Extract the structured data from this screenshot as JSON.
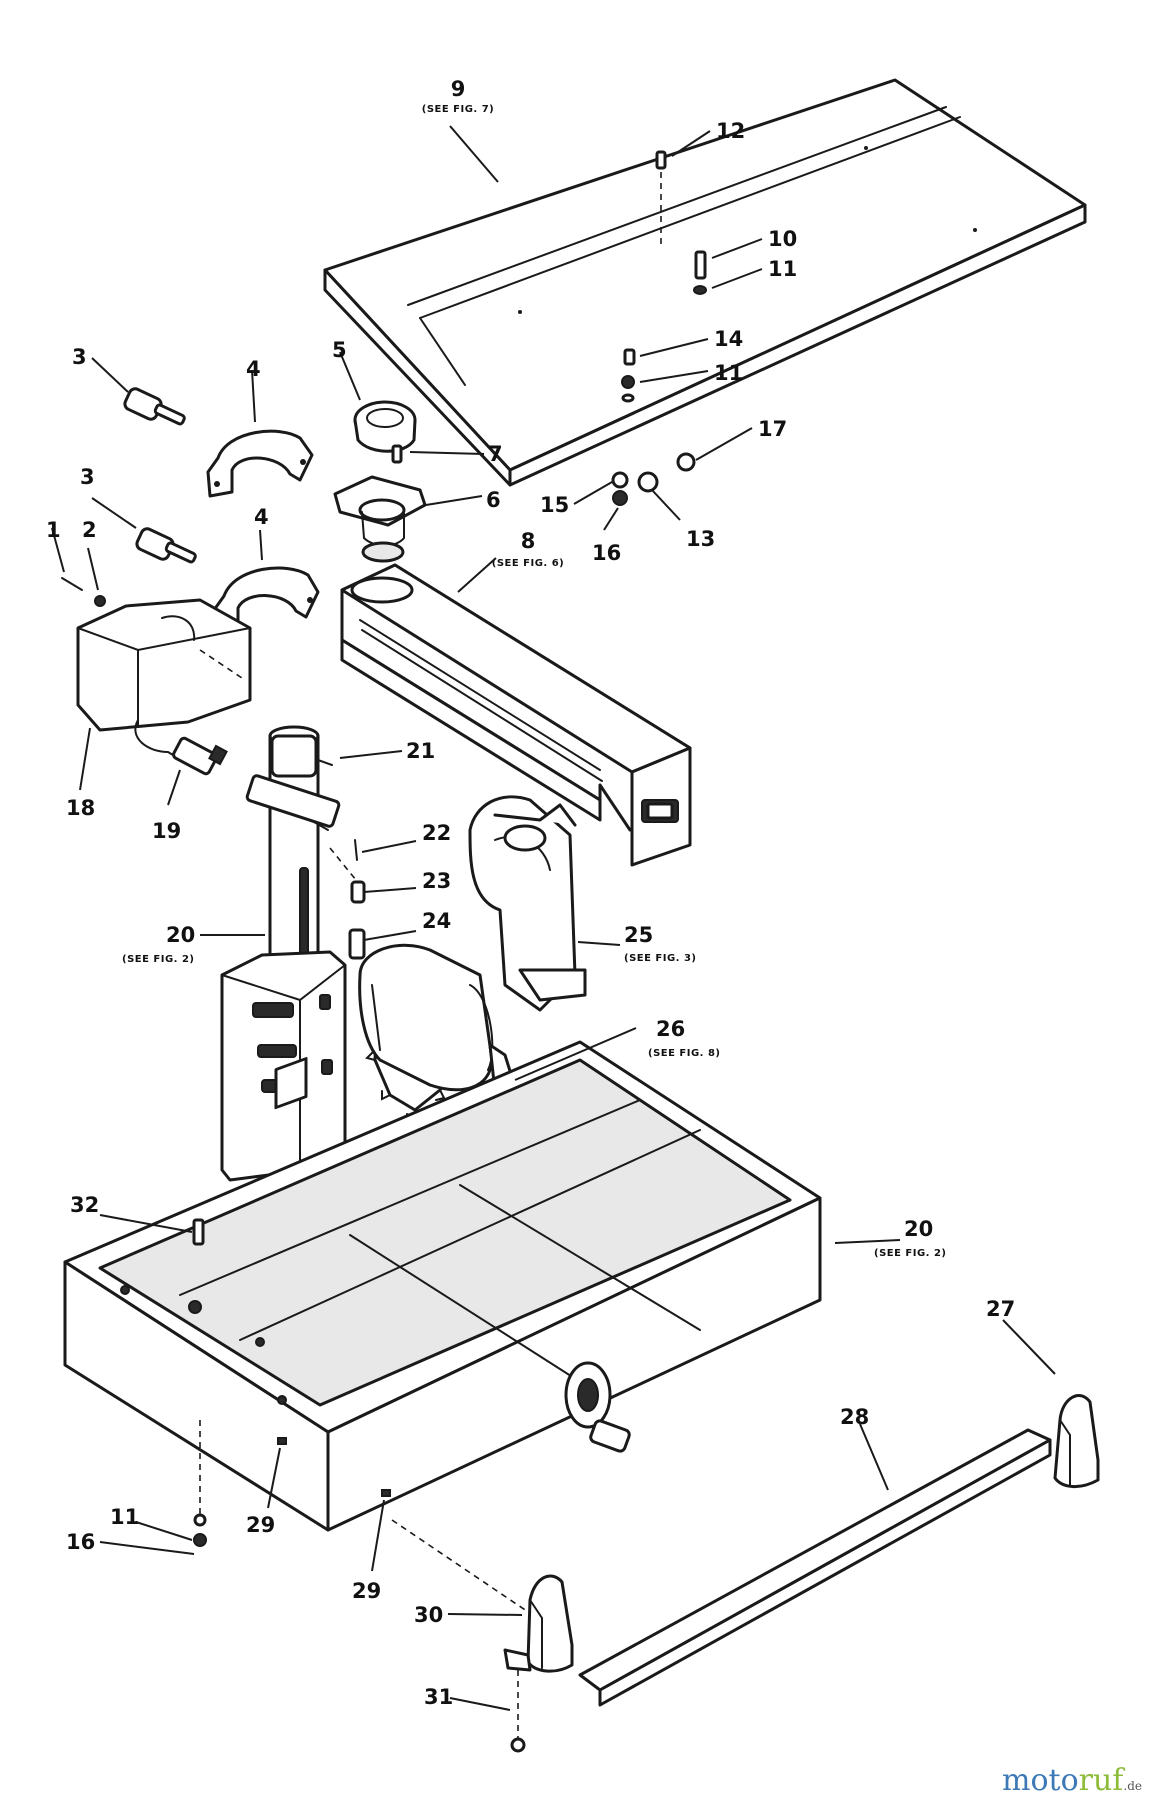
{
  "callouts": [
    {
      "id": "c-9",
      "num": "9",
      "ref": "(SEE FIG. 7)"
    },
    {
      "id": "c-12",
      "num": "12"
    },
    {
      "id": "c-10",
      "num": "10"
    },
    {
      "id": "c-11a",
      "num": "11"
    },
    {
      "id": "c-14",
      "num": "14"
    },
    {
      "id": "c-11b",
      "num": "11"
    },
    {
      "id": "c-17",
      "num": "17"
    },
    {
      "id": "c-15",
      "num": "15"
    },
    {
      "id": "c-16a",
      "num": "16"
    },
    {
      "id": "c-13",
      "num": "13"
    },
    {
      "id": "c-3a",
      "num": "3"
    },
    {
      "id": "c-4a",
      "num": "4"
    },
    {
      "id": "c-5",
      "num": "5"
    },
    {
      "id": "c-7",
      "num": "7"
    },
    {
      "id": "c-6",
      "num": "6"
    },
    {
      "id": "c-3b",
      "num": "3"
    },
    {
      "id": "c-4b",
      "num": "4"
    },
    {
      "id": "c-1",
      "num": "1"
    },
    {
      "id": "c-2",
      "num": "2"
    },
    {
      "id": "c-8",
      "num": "8",
      "ref": "(SEE FIG. 6)"
    },
    {
      "id": "c-18",
      "num": "18"
    },
    {
      "id": "c-19",
      "num": "19"
    },
    {
      "id": "c-21",
      "num": "21"
    },
    {
      "id": "c-22",
      "num": "22"
    },
    {
      "id": "c-23",
      "num": "23"
    },
    {
      "id": "c-24",
      "num": "24"
    },
    {
      "id": "c-20a",
      "num": "20",
      "ref": "(SEE FIG. 2)"
    },
    {
      "id": "c-25",
      "num": "25",
      "ref": "(SEE FIG. 3)"
    },
    {
      "id": "c-26",
      "num": "26",
      "ref": "(SEE FIG. 8)"
    },
    {
      "id": "c-32",
      "num": "32"
    },
    {
      "id": "c-20b",
      "num": "20",
      "ref": "(SEE FIG. 2)"
    },
    {
      "id": "c-27",
      "num": "27"
    },
    {
      "id": "c-28",
      "num": "28"
    },
    {
      "id": "c-11c",
      "num": "11"
    },
    {
      "id": "c-16b",
      "num": "16"
    },
    {
      "id": "c-29a",
      "num": "29"
    },
    {
      "id": "c-29b",
      "num": "29"
    },
    {
      "id": "c-30",
      "num": "30"
    },
    {
      "id": "c-31",
      "num": "31"
    }
  ],
  "watermark": {
    "brand_a": "moto",
    "brand_b": "ruf",
    "suffix": ".de"
  }
}
